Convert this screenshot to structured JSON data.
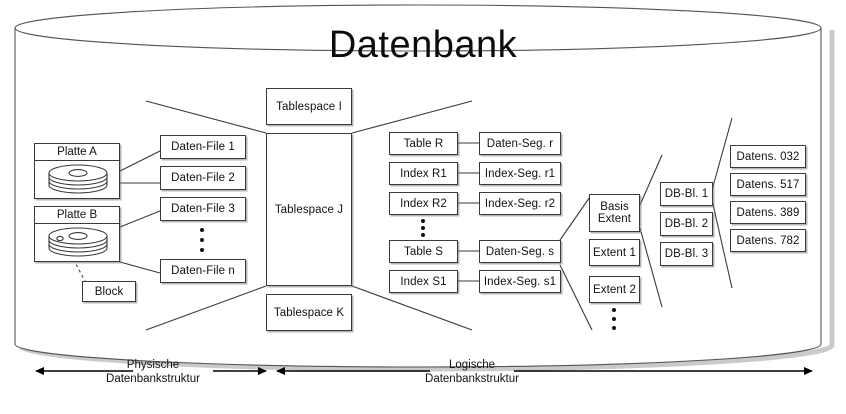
{
  "diagram": {
    "title": "Datenbank",
    "cylinder": {
      "label": "Datenbank"
    },
    "physical_side": {
      "disks": [
        {
          "name": "platte-a",
          "label": "Platte A"
        },
        {
          "name": "platte-b",
          "label": "Platte B"
        }
      ],
      "block_label": "Block",
      "data_files": [
        "Daten-File 1",
        "Daten-File 2",
        "Daten-File 3",
        "Daten-File n"
      ],
      "ellipsis": "vertical-dots"
    },
    "tablespaces": [
      "Tablespace I",
      "Tablespace J",
      "Tablespace K"
    ],
    "objects": [
      "Table R",
      "Index R1",
      "Index R2",
      "Table S",
      "Index S1"
    ],
    "segments": [
      "Daten-Seg. r",
      "Index-Seg. r1",
      "Index-Seg. r2",
      "Daten-Seg. s",
      "Index-Seg. s1"
    ],
    "extents": [
      "Basis Extent",
      "Extent 1",
      "Extent 2"
    ],
    "extent_first_line": "Basis",
    "extent_second_line": "Extent",
    "db_blocks": [
      "DB-Bl. 1",
      "DB-Bl. 2",
      "DB-Bl. 3"
    ],
    "records": [
      "Datens. 032",
      "Datens. 517",
      "Datens. 389",
      "Datens. 782"
    ],
    "captions": [
      {
        "line1": "Physische",
        "line2": "Datenbankstruktur"
      },
      {
        "line1": "Logische",
        "line2": "Datenbankstruktur"
      }
    ],
    "colors": {
      "stroke": "#3a3a3a",
      "text": "#111111",
      "background": "#ffffff",
      "shadow": "#9a9a9a"
    }
  }
}
